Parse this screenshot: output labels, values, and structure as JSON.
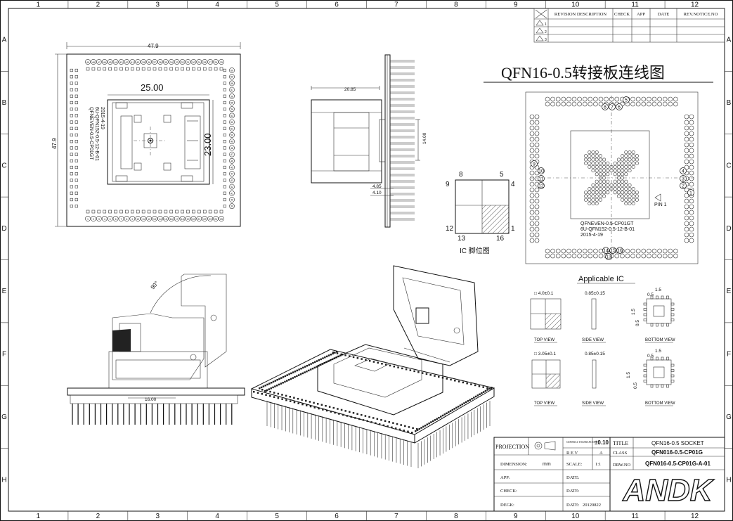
{
  "frame": {
    "columns": [
      "1",
      "2",
      "3",
      "4",
      "5",
      "6",
      "7",
      "8",
      "9",
      "10",
      "11",
      "12"
    ],
    "rows": [
      "A",
      "B",
      "C",
      "D",
      "E",
      "F",
      "G",
      "H"
    ]
  },
  "revision_table": {
    "headers": [
      "REVISION DESCRIPTION",
      "CHECK",
      "APP",
      "DATE",
      "REV.NOTICE.NO"
    ],
    "rows": [
      "1",
      "2",
      "3"
    ]
  },
  "title_main": "QFN16-0.5转接板连线图",
  "top_view": {
    "dim_width": "47.9",
    "dim_height": "47.9",
    "dim_inner_w": "25.00",
    "dim_inner_h": "23.00",
    "board_text": [
      "QFNEVEN-0.5-CP01GT",
      "6U-QFN152-0.5-12-B-01",
      "2015-4-19"
    ],
    "top_row_labels": [
      "49",
      "48",
      "47",
      "46",
      "45",
      "44",
      "43",
      "42",
      "41",
      "40",
      "39",
      "38",
      "37",
      "36",
      "35",
      "34",
      "33",
      "32",
      "31",
      "30",
      "29",
      "28",
      "27",
      "26",
      "25"
    ],
    "bottom_row_labels": [
      "1",
      "2",
      "3",
      "4",
      "5",
      "6",
      "7",
      "8",
      "9",
      "10",
      "11",
      "12",
      "13",
      "14",
      "15",
      "16",
      "17",
      "18",
      "19",
      "20",
      "21",
      "22",
      "23",
      "24",
      "25"
    ],
    "right_col_labels": [
      "60",
      "59",
      "58",
      "57",
      "56",
      "55",
      "54",
      "53",
      "52",
      "51",
      "50",
      "49",
      "48",
      "47",
      "46",
      "45",
      "44",
      "43",
      "42",
      "41",
      "40",
      "39"
    ]
  },
  "side_view": {
    "dim_top": "20.85",
    "dim_right": "14.00",
    "dim_a": "4.85",
    "dim_b": "4.10"
  },
  "ic_pinout": {
    "corner_labels": [
      "8",
      "5",
      "9",
      "4",
      "12",
      "1",
      "13",
      "16"
    ],
    "caption": "IC 脚位图"
  },
  "board_view": {
    "pin_labels": [
      "5",
      "8",
      "7",
      "6",
      "9",
      "10",
      "11",
      "12",
      "4",
      "3",
      "2",
      "1",
      "14",
      "15",
      "16",
      "13"
    ],
    "pin1": "PIN 1",
    "board_text": [
      "QFNEVEN-0.5-CP01GT",
      "6U-QFN152-0.5-12-B-01",
      "2015-4-19"
    ]
  },
  "applicable_ic": {
    "title": "Applicable IC",
    "variants": [
      {
        "size": "□ 4.0±0.1",
        "thickness": "0.85±0.15",
        "pitch": "1.5",
        "pad": "0.5",
        "pad2": "1.5",
        "pad3": "0.5",
        "views": [
          "TOP VIEW",
          "SIDE VIEW",
          "BOTTOM VIEW"
        ]
      },
      {
        "size": "□ 3.05±0.1",
        "thickness": "0.85±0.15",
        "pitch": "1.5",
        "pad": "0.5",
        "pad2": "1.5",
        "pad3": "0.5",
        "views": [
          "TOP VIEW",
          "SIDE VIEW",
          "BOTTOM VIEW"
        ]
      }
    ]
  },
  "open_view": {
    "angle": "90°",
    "dim": "16.00"
  },
  "title_block": {
    "projection": "PROJECTION",
    "general_tolerances": "GENERAL TOLERANCES",
    "tolerance": "±0.10",
    "title_label": "TITLE",
    "title_value": "QFN16-0.5 SOCKET",
    "rev_label": "R E V",
    "rev_value": "A",
    "class_label": "CLASS",
    "class_value": "QFN016-0.5-CP01G",
    "dimension_label": "DIMENSION:",
    "dimension_unit": "mm",
    "scale_label": "SCALE:",
    "scale_value": "1:1",
    "drw_label": "DRW.NO",
    "drw_value": "QFN016-0.5-CP01G-A-01",
    "app_label": "APP:",
    "check_label": "CHECK:",
    "desg_label": "DEGK:",
    "date_label": "DATE:",
    "date_value": "20120822",
    "logo": "ANDK"
  }
}
